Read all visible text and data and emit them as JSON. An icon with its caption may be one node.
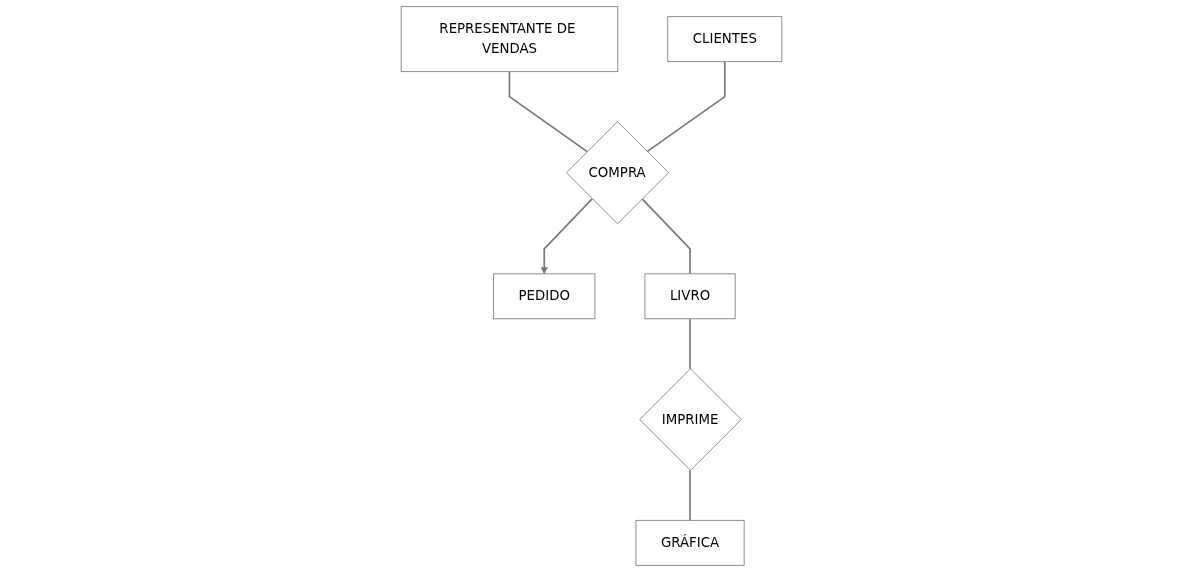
{
  "diagram": {
    "nodes": [
      {
        "text": [
          "REPRESENTANTE DE VENDAS"
        ]
      },
      {
        "text": [
          "CLIENTES"
        ]
      },
      {
        "text": [
          "COMPRA"
        ]
      },
      {
        "text": [
          "PEDIDO"
        ]
      },
      {
        "text": [
          "LIVRO"
        ]
      },
      {
        "text": [
          "IMPRIME"
        ]
      },
      {
        "text": [
          "GRÁFICA"
        ]
      }
    ],
    "edges": [
      {
        "from": 0,
        "to": 2,
        "arrow": "none"
      },
      {
        "from": 1,
        "to": 2,
        "arrow": "none"
      },
      {
        "from": 2,
        "to": 3,
        "arrow": "to"
      },
      {
        "from": 2,
        "to": 4,
        "arrow": "none"
      },
      {
        "from": 4,
        "to": 5,
        "arrow": "none"
      },
      {
        "from": 5,
        "to": 6,
        "arrow": "none"
      }
    ]
  }
}
